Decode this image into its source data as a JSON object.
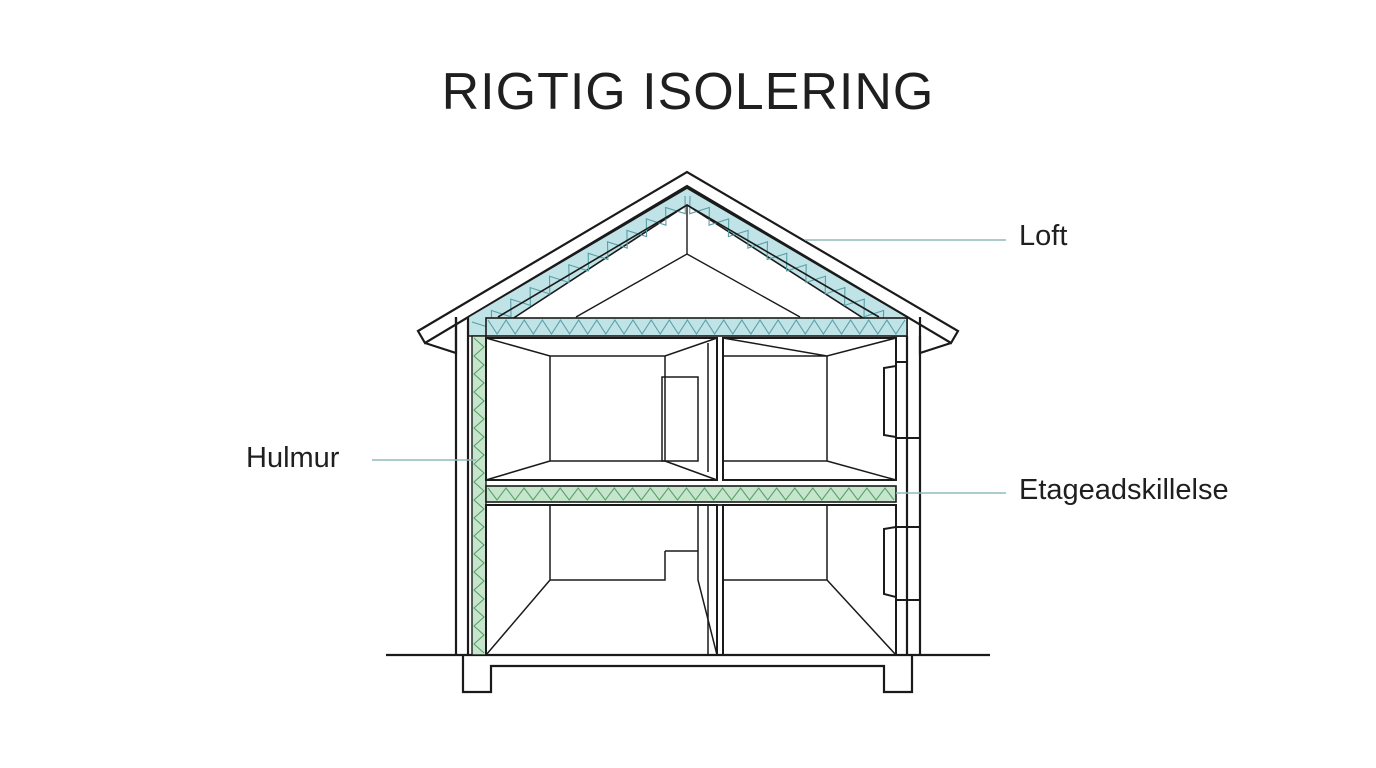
{
  "title": "RIGTIG ISOLERING",
  "labels": {
    "loft": "Loft",
    "hulmur": "Hulmur",
    "etage": "Etageadskillelse"
  },
  "colors": {
    "loft_insulation": "#bfe3e6",
    "floor_insulation": "#c5e6cc",
    "wall_insulation": "#c5e6cc",
    "zigzag_loft": "#5a9fa6",
    "zigzag_green": "#5c9f6a",
    "leader_line": "#8fbcb8",
    "outline": "#1a1a1a"
  },
  "icons": {
    "house": "house-cross-section"
  }
}
